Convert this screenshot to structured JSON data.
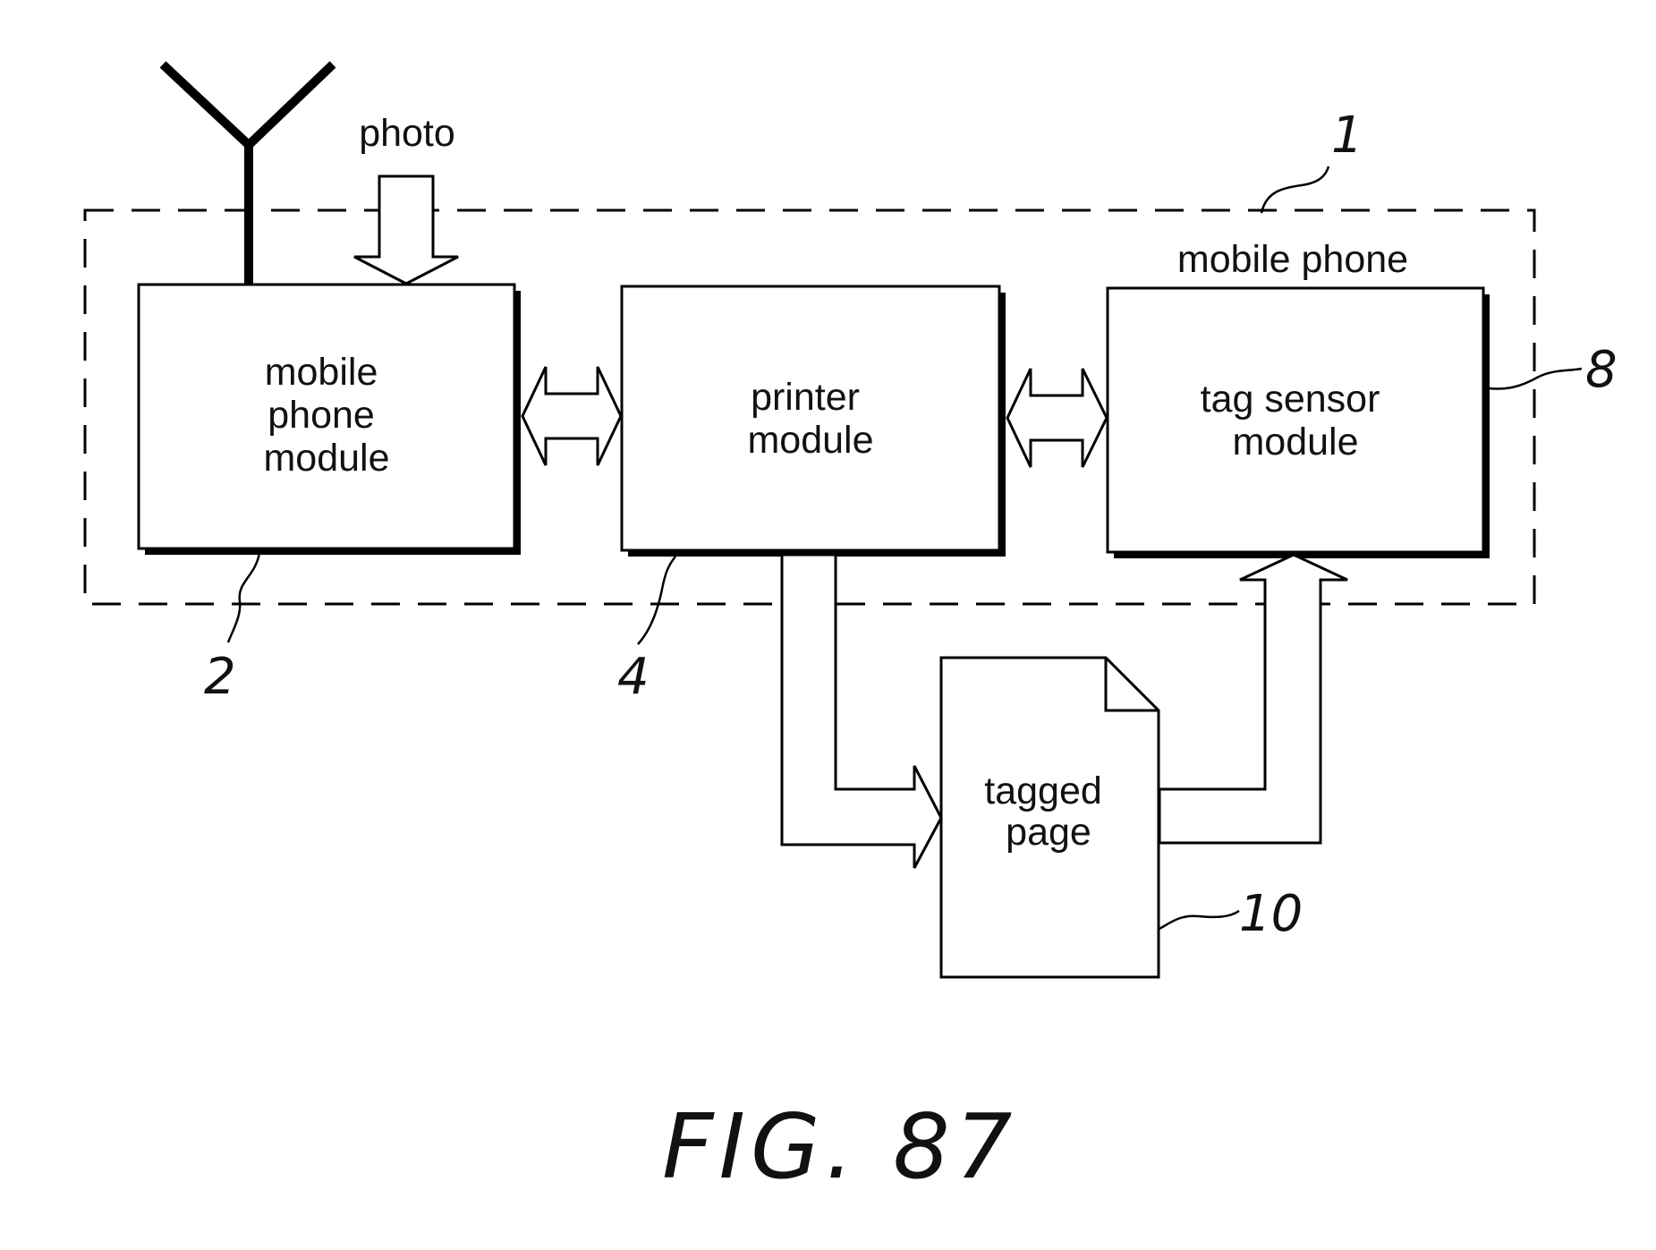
{
  "labels": {
    "photo": "photo",
    "mobile_phone": "mobile phone",
    "mobile_phone_module": [
      "mobile",
      "phone",
      "module"
    ],
    "printer_module": [
      "printer",
      "module"
    ],
    "tag_sensor_module": [
      "tag sensor",
      "module"
    ],
    "tagged_page": [
      "tagged",
      "page"
    ]
  },
  "refs": {
    "device": "1",
    "mobile_phone_module": "2",
    "printer_module": "4",
    "tag_sensor_module": "8",
    "tagged_page": "10"
  },
  "figure_caption": "FIG. 87"
}
